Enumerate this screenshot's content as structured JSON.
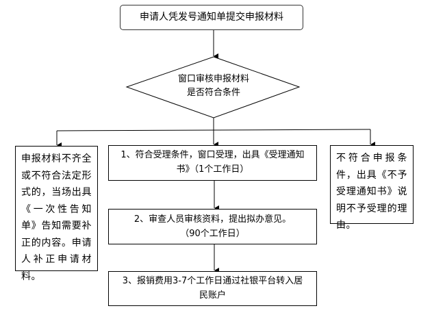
{
  "flowchart": {
    "start": {
      "text": "申请人凭发号通知单提交申报材料"
    },
    "decision": {
      "line1": "窗口审核申报材料",
      "line2": "是否符合条件"
    },
    "branch_reject_incomplete": {
      "text": "申报材料不齐全或不符合法定形式的，当场出具《一次性告知单》告知需要补正的内容。申请人补正申请材料。"
    },
    "branch_reject_ineligible": {
      "text": "不符合申报条件，出具《不予受理通知书》说明不予受理的理由。"
    },
    "steps": [
      {
        "line1": "1、符合受理条件，窗口受理，出具《受理通知",
        "line2": "书》（1个工作日）"
      },
      {
        "line1": "2、审查人员审核资料，提出拟办意见。",
        "line2": "（90个工作日）"
      },
      {
        "line1": "3、报销费用3-7个工作日通过社银平台转入居",
        "line2": "民账户"
      }
    ]
  },
  "colors": {
    "stroke": "#000000",
    "background": "#ffffff"
  }
}
